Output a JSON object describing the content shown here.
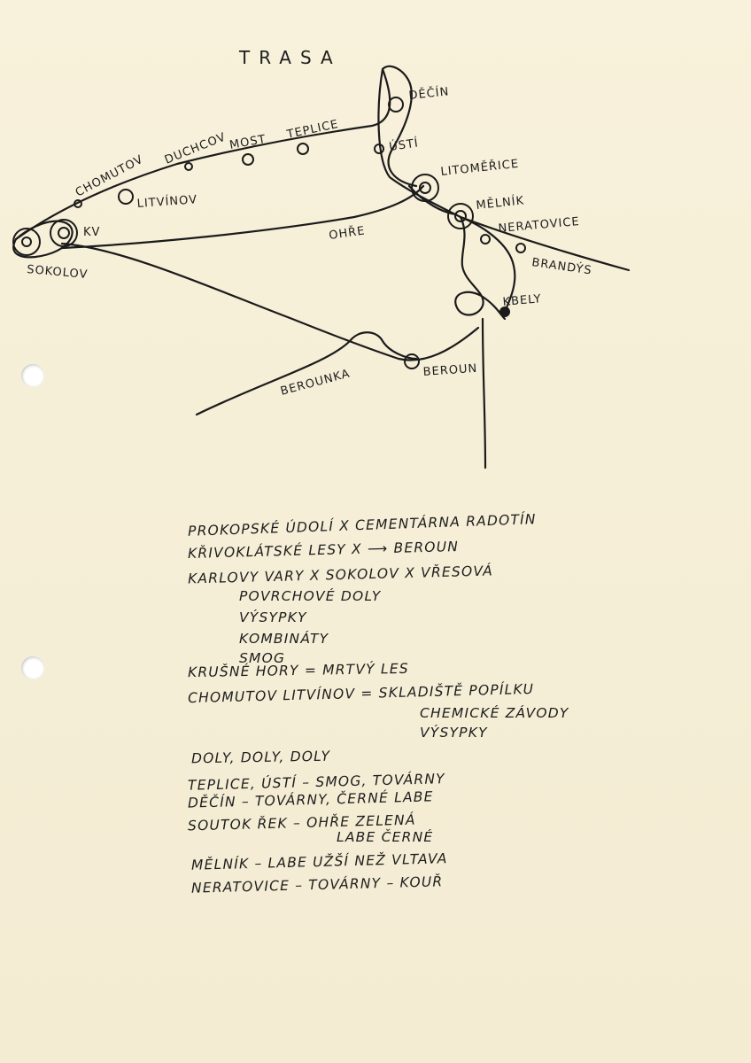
{
  "title": "TRASA",
  "labels": {
    "decin": "DĚČÍN",
    "usti": "ÚSTÍ",
    "teplice": "TEPLICE",
    "most": "MOST",
    "duchcov": "DUCHCOV",
    "chomutov": "CHOMUTOV",
    "litvinov": "LITVÍNOV",
    "kv": "KV",
    "sokolov": "SOKOLOV",
    "litomerice": "LITOMĚŘICE",
    "melnik": "MĚLNÍK",
    "neratovice": "NERATOVICE",
    "brandys": "BRANDÝS",
    "ohre": "OHŘE",
    "kbely": "KBELY",
    "berounka": "BEROUNKA",
    "beroun": "BEROUN"
  },
  "notes": [
    "PROKOPSKÉ ÚDOLÍ  X  CEMENTÁRNA RADOTÍN",
    "KŘIVOKLÁTSKÉ LESY  X  ⟶  BEROUN",
    "KARLOVY VARY X SOKOLOV  X  VŘESOVÁ",
    "POVRCHOVÉ DOLY",
    "VÝSYPKY",
    "KOMBINÁTY",
    "SMOG",
    "KRUŠNÉ HORY = MRTVÝ LES",
    "CHOMUTOV LITVÍNOV = SKLADIŠTĚ POPÍLKU",
    "CHEMICKÉ ZÁVODY",
    "VÝSYPKY",
    "DOLY,  DOLY,  DOLY",
    "TEPLICE, ÚSTÍ  –  SMOG, TOVÁRNY",
    "DĚČÍN –  TOVÁRNY,  ČERNÉ LABE",
    "SOUTOK ŘEK – OHŘE ZELENÁ",
    "LABE ČERNÉ",
    "MĚLNÍK  – LABE UŽŠÍ NEŽ VLTAVA",
    "NERATOVICE –  TOVÁRNY  – KOUŘ"
  ]
}
